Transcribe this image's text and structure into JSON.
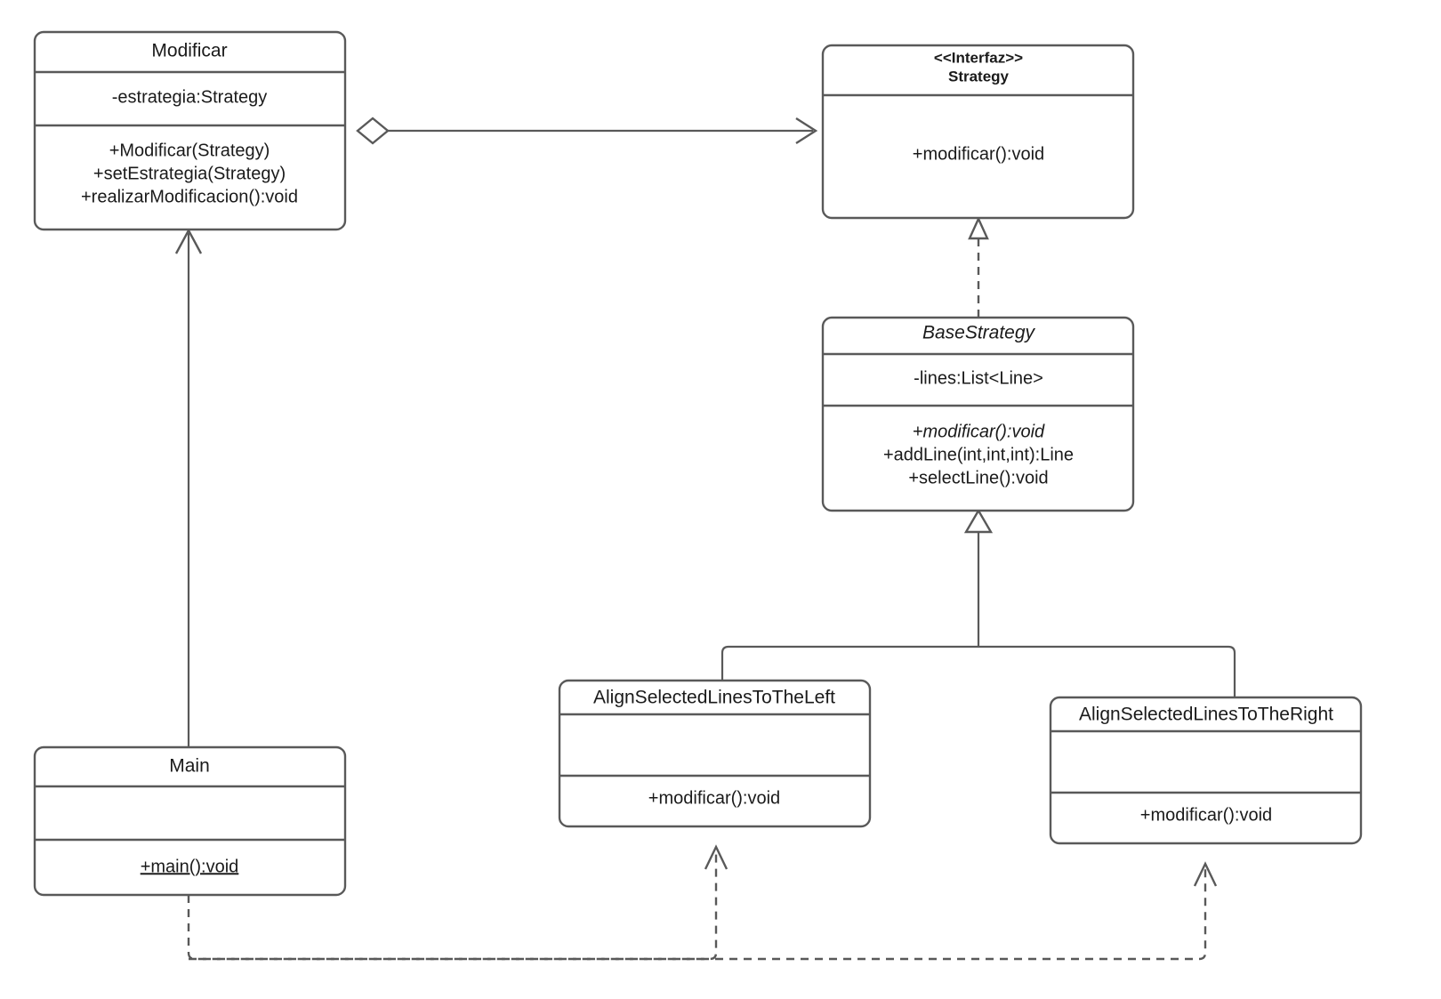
{
  "diagram": {
    "kind": "uml-class-diagram",
    "title": "",
    "background_color": "#ffffff",
    "stroke_color": "#595959",
    "text_color": "#1a1a1a"
  },
  "classes": {
    "modificar": {
      "name": "Modificar",
      "stereotype": "",
      "abstract": false,
      "attributes": [
        "-estrategia:Strategy"
      ],
      "methods": [
        "+Modificar(Strategy)",
        "+setEstrategia(Strategy)",
        "+realizarModificacion():void"
      ]
    },
    "strategy": {
      "name": "Strategy",
      "stereotype": "<<Interfaz>>",
      "abstract": false,
      "attributes": [],
      "methods": [
        "+modificar():void"
      ]
    },
    "base_strategy": {
      "name": "BaseStrategy",
      "stereotype": "",
      "abstract": true,
      "attributes": [
        "-lines:List<Line>"
      ],
      "methods": [
        "+modificar():void",
        "+addLine(int,int,int):Line",
        "+selectLine():void"
      ]
    },
    "align_left": {
      "name": "AlignSelectedLinesToTheLeft",
      "stereotype": "",
      "abstract": false,
      "attributes": [],
      "methods": [
        "+modificar():void"
      ]
    },
    "align_right": {
      "name": "AlignSelectedLinesToTheRight",
      "stereotype": "",
      "abstract": false,
      "attributes": [],
      "methods": [
        "+modificar():void"
      ]
    },
    "main": {
      "name": "Main",
      "stereotype": "",
      "abstract": false,
      "attributes": [],
      "methods": [
        "+main():void"
      ]
    }
  },
  "relationships": [
    {
      "id": "modificar-aggregates-strategy",
      "type": "aggregation",
      "source": "Modificar",
      "target": "Strategy",
      "line_style": "solid",
      "source_marker": "hollow-diamond",
      "target_marker": "open-arrow",
      "label": ""
    },
    {
      "id": "basestrategy-realizes-strategy",
      "type": "realization",
      "source": "BaseStrategy",
      "target": "Strategy",
      "line_style": "dashed",
      "source_marker": "none",
      "target_marker": "hollow-triangle",
      "label": ""
    },
    {
      "id": "alignleft-extends-basestrategy",
      "type": "generalization",
      "source": "AlignSelectedLinesToTheLeft",
      "target": "BaseStrategy",
      "line_style": "solid",
      "source_marker": "none",
      "target_marker": "hollow-triangle",
      "label": ""
    },
    {
      "id": "alignright-extends-basestrategy",
      "type": "generalization",
      "source": "AlignSelectedLinesToTheRight",
      "target": "BaseStrategy",
      "line_style": "solid",
      "source_marker": "none",
      "target_marker": "hollow-triangle",
      "label": ""
    },
    {
      "id": "main-uses-modificar",
      "type": "association",
      "source": "Main",
      "target": "Modificar",
      "line_style": "solid",
      "source_marker": "none",
      "target_marker": "open-arrow",
      "label": ""
    },
    {
      "id": "main-depends-alignleft",
      "type": "dependency",
      "source": "Main",
      "target": "AlignSelectedLinesToTheLeft",
      "line_style": "dashed",
      "source_marker": "none",
      "target_marker": "open-arrow",
      "label": ""
    },
    {
      "id": "main-depends-alignright",
      "type": "dependency",
      "source": "Main",
      "target": "AlignSelectedLinesToTheRight",
      "line_style": "dashed",
      "source_marker": "none",
      "target_marker": "open-arrow",
      "label": ""
    }
  ]
}
